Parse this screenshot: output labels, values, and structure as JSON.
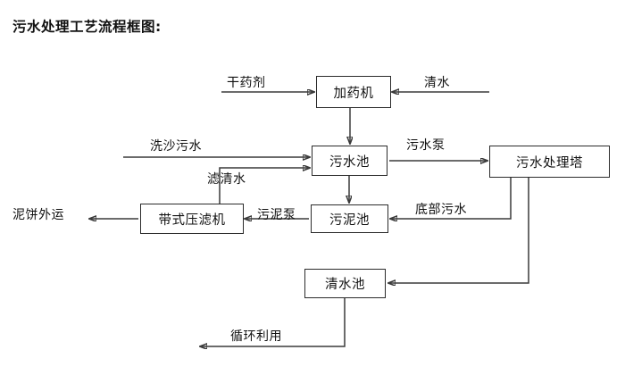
{
  "title": "污水处理工艺流程框图:",
  "nodes": {
    "dosing_machine": "加药机",
    "wastewater_pool": "污水池",
    "treatment_tower": "污水处理塔",
    "belt_filter_press": "带式压滤机",
    "sludge_pool": "污泥池",
    "clearwater_pool": "清水池"
  },
  "edge_labels": {
    "dry_chemical": "干药剂",
    "clean_water": "清水",
    "sand_wash_wastewater": "洗沙污水",
    "filtered_clear_water": "滤清水",
    "sewage_pump": "污水泵",
    "sludge_pump": "污泥泵",
    "bottom_sewage": "底部污水",
    "mud_cake_out": "泥饼外运",
    "recycle_reuse": "循环利用"
  },
  "colors": {
    "line": "#3a3a3a",
    "box_border": "#2b2b2b",
    "text": "#111111",
    "background": "#ffffff"
  },
  "flow_edges": [
    {
      "from": "干药剂",
      "to": "加药机"
    },
    {
      "from": "清水",
      "to": "加药机"
    },
    {
      "from": "加药机",
      "to": "污水池"
    },
    {
      "from": "洗沙污水",
      "to": "污水池"
    },
    {
      "from": "滤清水",
      "to": "污水池"
    },
    {
      "from": "污水池",
      "to": "污水处理塔",
      "label": "污水泵"
    },
    {
      "from": "污水池",
      "to": "污泥池"
    },
    {
      "from": "污泥池",
      "to": "带式压滤机",
      "label": "污泥泵"
    },
    {
      "from": "带式压滤机",
      "to": "泥饼外运"
    },
    {
      "from": "带式压滤机",
      "to": "污水池",
      "label": "滤清水"
    },
    {
      "from": "污水处理塔",
      "to": "污泥池",
      "label": "底部污水"
    },
    {
      "from": "污水处理塔",
      "to": "清水池"
    },
    {
      "from": "清水池",
      "to": "循环利用"
    }
  ]
}
